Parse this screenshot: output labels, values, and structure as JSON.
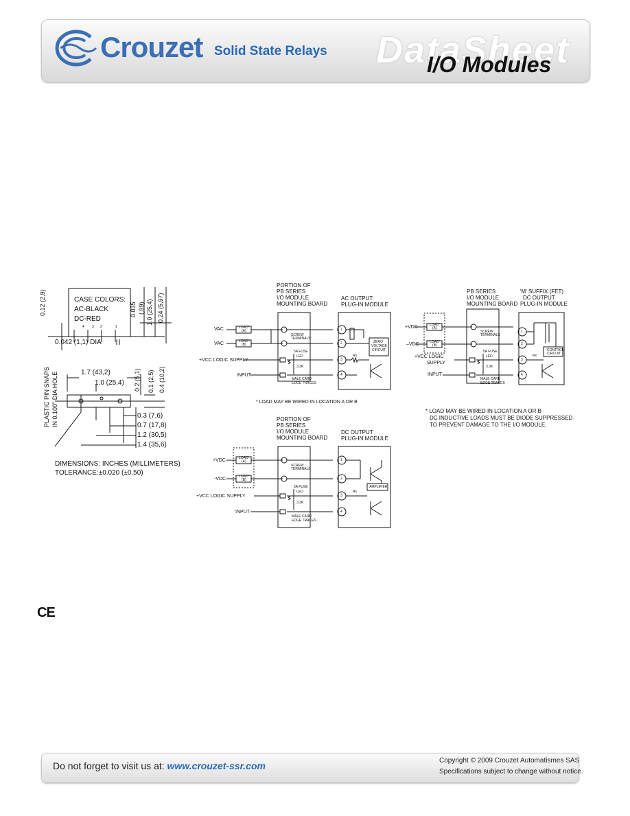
{
  "header": {
    "brand": "Crouzet",
    "subtitle": "Solid State Relays",
    "datasheet_watermark": "DataSheet",
    "section_title": "I/O Modules"
  },
  "dimensions": {
    "case_colors_title": "CASE COLORS:",
    "case_ac": "AC-BLACK",
    "case_dc": "DC-RED",
    "dim_012": "0.12 (2,9)",
    "dim_0035": "0.035",
    "dim_089": "(.89)",
    "dim_10_v": "1.0 (25,4)",
    "dim_024": "0.24 (5,97)",
    "dim_dia": "0.042 (1,1) DIA",
    "dim_17": "1.7 (43,2)",
    "dim_10_h": "1.0 (25,4)",
    "dim_02": "0.2 (5,1)",
    "dim_01": "0.1 (2,5)",
    "dim_04": "0.4 (10,2)",
    "pin_snaps_1": "PLASTIC PIN SNAPS",
    "pin_snaps_2": "IN 0.100\" DIA HOLE",
    "dim_03": "0.3 (7,6)",
    "dim_07": "0.7 (17,8)",
    "dim_12": "1.2 (30,5)",
    "dim_14": "1.4 (35,6)",
    "units_note": "DIMENSIONS: INCHES (MILLIMETERS)",
    "tolerance_note": "TOLERANCE:±0.020 (±0,50)",
    "pin_labels": [
      "4",
      "3",
      "2",
      "1"
    ]
  },
  "ac_diagram": {
    "portion_title": [
      "PORTION OF",
      "PB SERIES",
      "I/O MODULE",
      "MOUNTING BOARD"
    ],
    "module_title": [
      "AC OUTPUT",
      "PLUG-IN MODULE"
    ],
    "vac1": "VAC",
    "vac2": "VAC",
    "vcc": "+VCC LOGIC SUPPLY",
    "input": "INPUT",
    "load_a": "LOAD*",
    "load_a_sub": "(A)",
    "load_b": "LOAD*",
    "load_b_sub": "(B)",
    "screw_terminals": [
      "SCREW",
      "TERMINALS"
    ],
    "fuse": "5A FUSE",
    "led": "LED",
    "res": "3.3K",
    "edge_traces": [
      "MALE CARD",
      "EDGE TRACES"
    ],
    "zero_voltage": [
      "ZERO",
      "VOLTAGE",
      "CIRCUIT"
    ],
    "rx": "Rx",
    "terminals": [
      "1",
      "2",
      "3",
      "4"
    ],
    "note": "* LOAD MAY BE WIRED IN LOCATION A OR B"
  },
  "dc_diagram": {
    "portion_title": [
      "PORTION OF",
      "PB SERIES",
      "I/O MODULE",
      "MOUNTING BOARD"
    ],
    "module_title": [
      "DC OUTPUT",
      "PLUG-IN MODULE"
    ],
    "vdc_pos": "+VDC",
    "vdc_neg": "-VDC",
    "vcc": "+VCC LOGIC SUPPLY",
    "input": "INPUT",
    "load_a": "LOAD*",
    "load_a_sub": "(A)",
    "load_b": "LOAD*",
    "load_b_sub": "(B)",
    "screw_terminals": [
      "SCREW",
      "TERMINALS"
    ],
    "fuse": "5A FUSE",
    "led": "LED",
    "res": "3.3K",
    "edge_traces": [
      "MALE CARD",
      "EDGE TRACES"
    ],
    "amplifier": "AMPLIFIER",
    "rx": "Rx",
    "terminals": [
      "1",
      "2",
      "3",
      "4"
    ]
  },
  "fet_diagram": {
    "portion_title": [
      "PB SERIES",
      "I/O MODULE",
      "MOUNTING BOARD"
    ],
    "module_title": [
      "'M' SUFFIX (FET)",
      "DC OUTPUT",
      "PLUG-IN MODULE"
    ],
    "vdc_pos": "+VDC",
    "vdc_neg": "–VDC",
    "vcc": [
      "+VCC LOGIC",
      "SUPPLY"
    ],
    "input": "INPUT",
    "load_a": "LOAD*",
    "load_a_sub": "(A)",
    "load_b": "LOAD*",
    "load_b_sub": "(B)",
    "screw_terminals": [
      "SCREW",
      "TERMINALS"
    ],
    "fuse": "5A FUSE",
    "led": "LED",
    "res": "3.3K",
    "edge_traces": [
      "MALE CARD",
      "EDGE TRACES"
    ],
    "control_circuit": [
      "CONTROL",
      "CIRCUIT"
    ],
    "rx": "Rx",
    "terminals": [
      "1",
      "2",
      "3",
      "4"
    ],
    "note": [
      "* LOAD MAY BE WIRED IN LOCATION A OR B",
      "DC INDUCTIVE LOADS MUST BE DIODE SUPPRESSED",
      "TO PREVENT DAMAGE TO THE I/O MODULE."
    ]
  },
  "ce_mark": "CE",
  "footer": {
    "visit_text": "Do not forget to visit us at: ",
    "url": "www.crouzet-ssr.com",
    "copyright": "Copyright © 2009 Crouzet Automatismes SAS",
    "spec_note": "Specifications subject to change without notice."
  }
}
